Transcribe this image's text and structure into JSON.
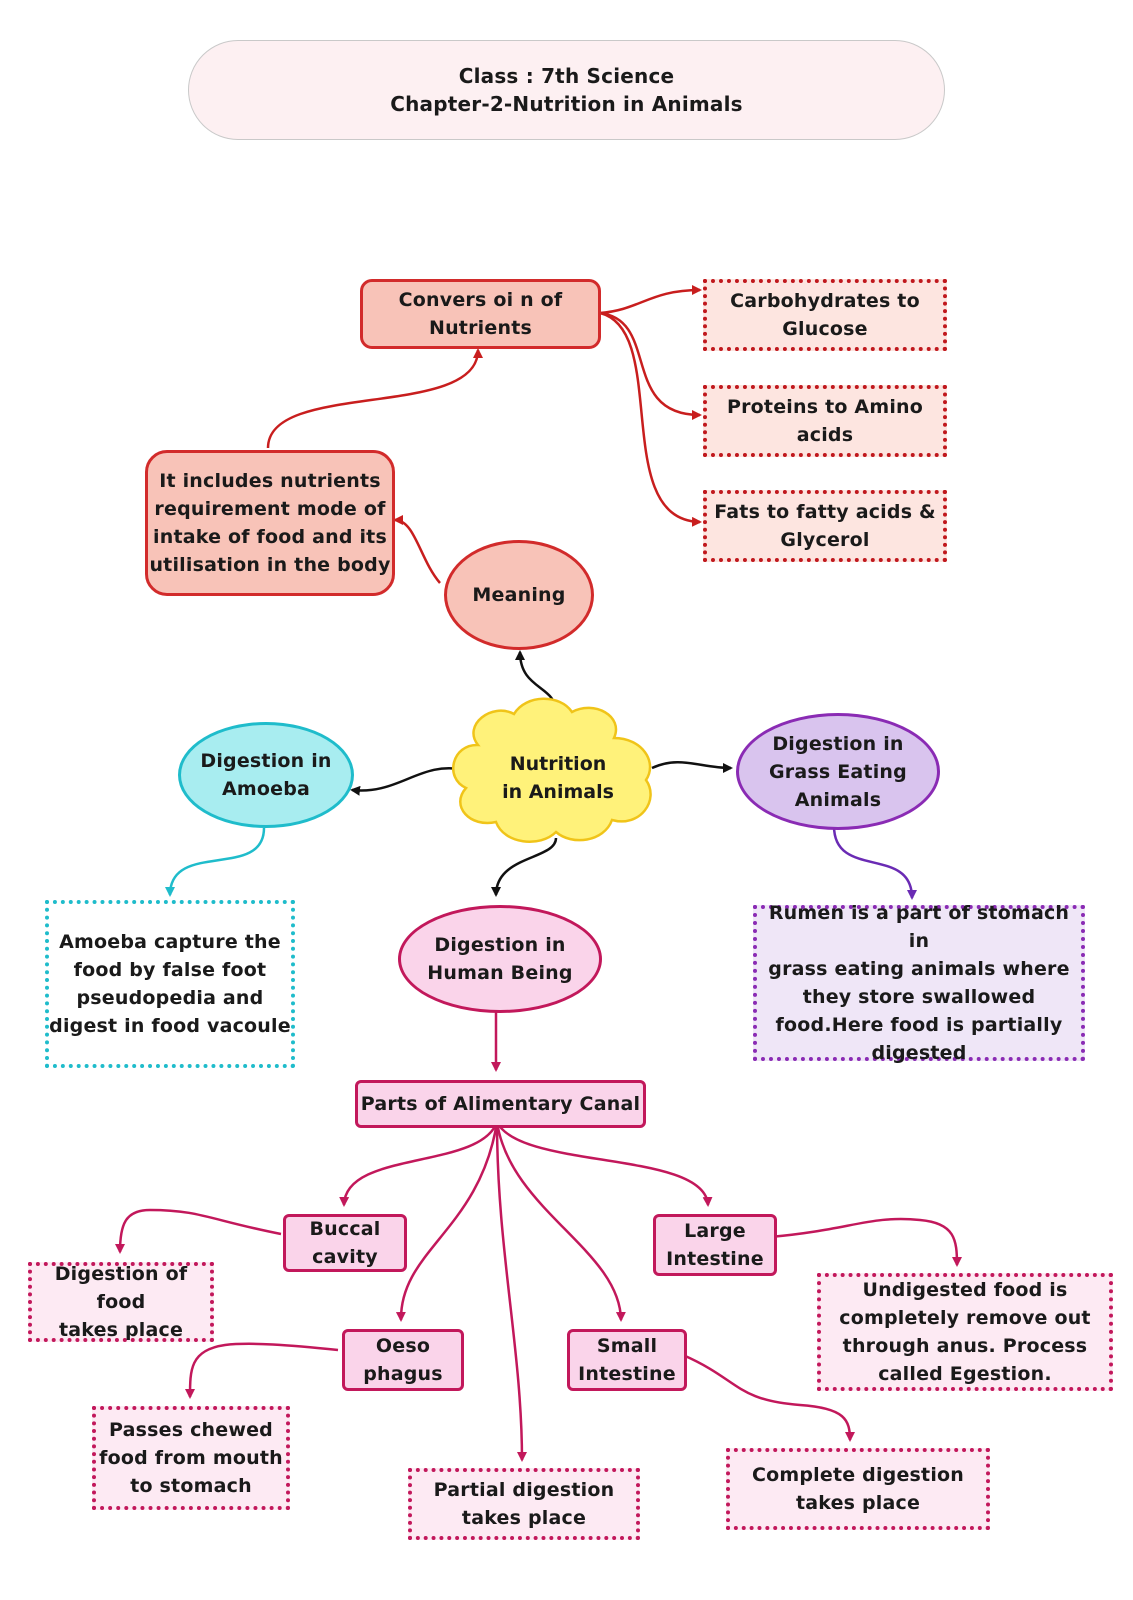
{
  "header": {
    "line1": "Class : 7th Science",
    "line2": "Chapter-2-Nutrition in Animals"
  },
  "center": "Nutrition\nin Animals",
  "meaning": {
    "label": "Meaning",
    "detail": "It includes nutrients\nrequirement mode of\nintake of food and its\nutilisation in the body",
    "conversion": "Convers oi n of\nNutrients",
    "conversions": [
      "Carbohydrates to\nGlucose",
      "Proteins to Amino\nacids",
      "Fats to fatty acids &\nGlycerol"
    ]
  },
  "amoeba": {
    "label": "Digestion in\nAmoeba",
    "detail": "Amoeba capture the\nfood by false foot\npseudopedia and\ndigest in food vacoule"
  },
  "grass": {
    "label": "Digestion in\nGrass Eating\nAnimals",
    "detail": "Rumen is a part of stomach in\ngrass eating animals where\nthey store swallowed\nfood.Here food is partially\ndigested"
  },
  "human": {
    "label": "Digestion in\nHuman Being",
    "canal": "Parts of Alimentary Canal",
    "parts": {
      "buccal": "Buccal\ncavity",
      "buccal_detail": "Digestion of food\ntakes place",
      "oesophagus": "Oeso\nphagus",
      "oesophagus_detail": "Passes chewed\nfood from mouth\nto stomach",
      "stomach_detail": "Partial digestion\ntakes place",
      "small": "Small\nIntestine",
      "small_detail": "Complete digestion\ntakes place",
      "large": "Large\nIntestine",
      "large_detail": "Undigested food is\ncompletely remove out\nthrough anus. Process\ncalled Egestion."
    }
  },
  "colors": {
    "red": "#d22b2b",
    "cyan": "#1fbccb",
    "purple": "#8a2bb4",
    "pink": "#c2185b",
    "cloud": "#fff27a"
  }
}
